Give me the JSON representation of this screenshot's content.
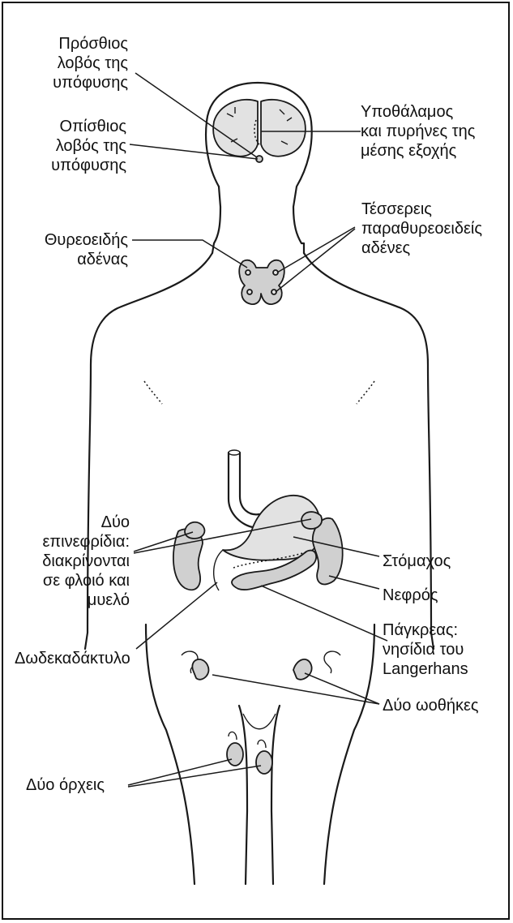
{
  "labels": {
    "anterior_pituitary": "Πρόσθιος\nλοβός της\nυπόφυσης",
    "posterior_pituitary": "Οπίσθιος\nλοβός της\nυπόφυσης",
    "hypothalamus": "Υποθάλαμος\nκαι πυρήνες της\nμέσης εξοχής",
    "thyroid": "Θυρεοειδής\nαδένας",
    "parathyroids": "Τέσσερεις\nπαραθυρεοειδείς\nαδένες",
    "adrenals": "Δύο\nεπινεφρίδια:\nδιακρίνονται\nσε φλοιό και\nμυελό",
    "stomach": "Στόμαχος",
    "kidney": "Νεφρός",
    "pancreas": "Πάγκρεας:\nνησίδια του\nLangerhans",
    "duodenum": "Δωδεκαδάκτυλο",
    "ovaries": "Δύο ωοθήκες",
    "testes": "Δύο όρχεις"
  },
  "colors": {
    "organ_fill": "#d0d0d0",
    "line": "#1a1a1a"
  }
}
